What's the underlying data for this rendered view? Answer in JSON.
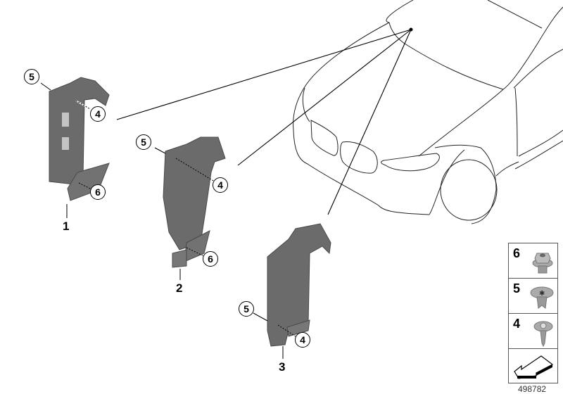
{
  "diagram": {
    "assemblies": [
      {
        "id": "1",
        "label": "1",
        "callouts": [
          "5",
          "4",
          "6"
        ]
      },
      {
        "id": "2",
        "label": "2",
        "callouts": [
          "5",
          "4",
          "6"
        ]
      },
      {
        "id": "3",
        "label": "3",
        "callouts": [
          "5",
          "4"
        ]
      }
    ],
    "callouts": {
      "a1_5": "5",
      "a1_4": "4",
      "a1_6": "6",
      "a2_5": "5",
      "a2_4": "4",
      "a2_6": "6",
      "a3_5": "5",
      "a3_4": "4"
    },
    "part_labels": {
      "p1": "1",
      "p2": "2",
      "p3": "3"
    },
    "legend": {
      "items": [
        {
          "number": "6",
          "icon": "flange-nut-icon"
        },
        {
          "number": "5",
          "icon": "expanding-rivet-screw-icon"
        },
        {
          "number": "4",
          "icon": "torx-screw-icon"
        }
      ],
      "footer_icon": "direction-arrow-icon"
    },
    "document_id": "498782",
    "colors": {
      "part_fill": "#6b6b6b",
      "part_dark": "#4a4a4a",
      "line": "#000000"
    }
  }
}
